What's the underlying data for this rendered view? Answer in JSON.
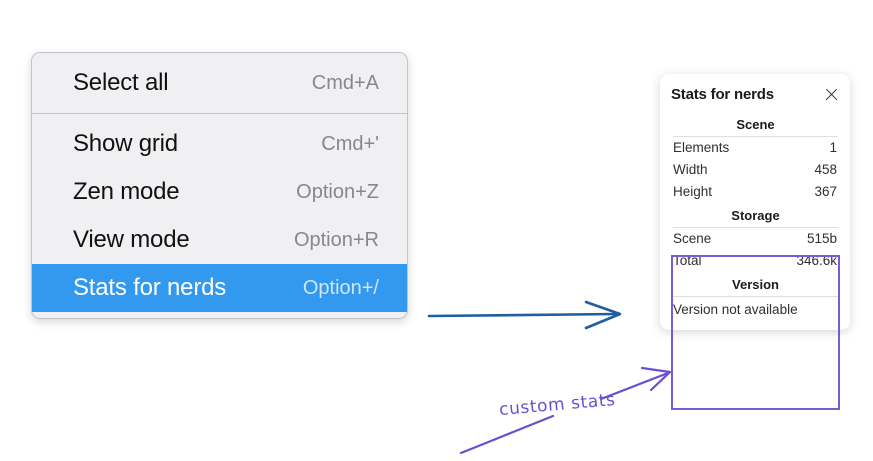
{
  "context_menu": {
    "groups": [
      {
        "items": [
          {
            "label": "Select all",
            "shortcut": "Cmd+A",
            "selected": false
          }
        ]
      },
      {
        "items": [
          {
            "label": "Show grid",
            "shortcut": "Cmd+'",
            "selected": false
          },
          {
            "label": "Zen mode",
            "shortcut": "Option+Z",
            "selected": false
          },
          {
            "label": "View mode",
            "shortcut": "Option+R",
            "selected": false
          },
          {
            "label": "Stats for nerds",
            "shortcut": "Option+/",
            "selected": true
          }
        ]
      }
    ],
    "highlight_color": "#3399ee"
  },
  "stats_panel": {
    "title": "Stats for nerds",
    "close_icon": "close-icon",
    "sections": [
      {
        "name": "Scene",
        "rows": [
          {
            "key": "Elements",
            "value": "1"
          },
          {
            "key": "Width",
            "value": "458"
          },
          {
            "key": "Height",
            "value": "367"
          }
        ]
      },
      {
        "name": "Storage",
        "rows": [
          {
            "key": "Scene",
            "value": "515b"
          },
          {
            "key": "Total",
            "value": "346.6k"
          }
        ]
      },
      {
        "name": "Version",
        "text": "Version not available"
      }
    ]
  },
  "annotations": {
    "label": "custom stats",
    "label_color": "#6b4fd1",
    "highlight_box_color": "#7a5bd6",
    "blue_arrow_color": "#1f5fa0"
  }
}
